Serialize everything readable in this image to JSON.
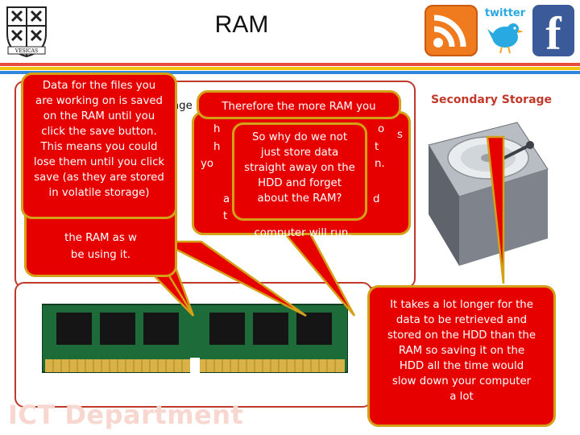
{
  "slide": {
    "title": "RAM",
    "department": "ICT Department",
    "secondary_label": "Secondary Storage",
    "twitter_label": "twitter",
    "fb_letter": "f",
    "crest_motto": "VESICAS"
  },
  "bubbles": {
    "save": [
      "Data for the files you",
      "are working on is saved",
      "on the RAM until you",
      "click the save button.",
      "This means you could",
      "lose them until you click",
      "save (as they are stored",
      "in volatile storage)"
    ],
    "more_ram_head": "Therefore the more RAM you",
    "why_not": [
      "So why do we not",
      "just store data",
      "straight away on the",
      "HDD and forget",
      "about the RAM?"
    ],
    "hdd_slow": [
      "It takes a lot longer for the",
      "data to be retrieved and",
      "stored on the HDD than the",
      "RAM so saving it on the",
      "HDD all the time would",
      "slow down your computer",
      "a lot"
    ]
  },
  "peeks": {
    "age": "age",
    "ram_as": "the RAM as w",
    "be_using": "be using it.",
    "h1": "h",
    "o": "o",
    "s": "s",
    "h2": "h",
    "t": "t",
    "yo": "yo",
    "n_dot": "n.",
    "a": "a",
    "d": "d",
    "t2": "t",
    "computer_will_run": "computer will run."
  },
  "colors": {
    "accent": "#e60000",
    "border": "#d4a017",
    "panel": "#c0392b",
    "rss": "#f07a1e",
    "facebook": "#3b5a9a",
    "twitter": "#29a9e1"
  }
}
